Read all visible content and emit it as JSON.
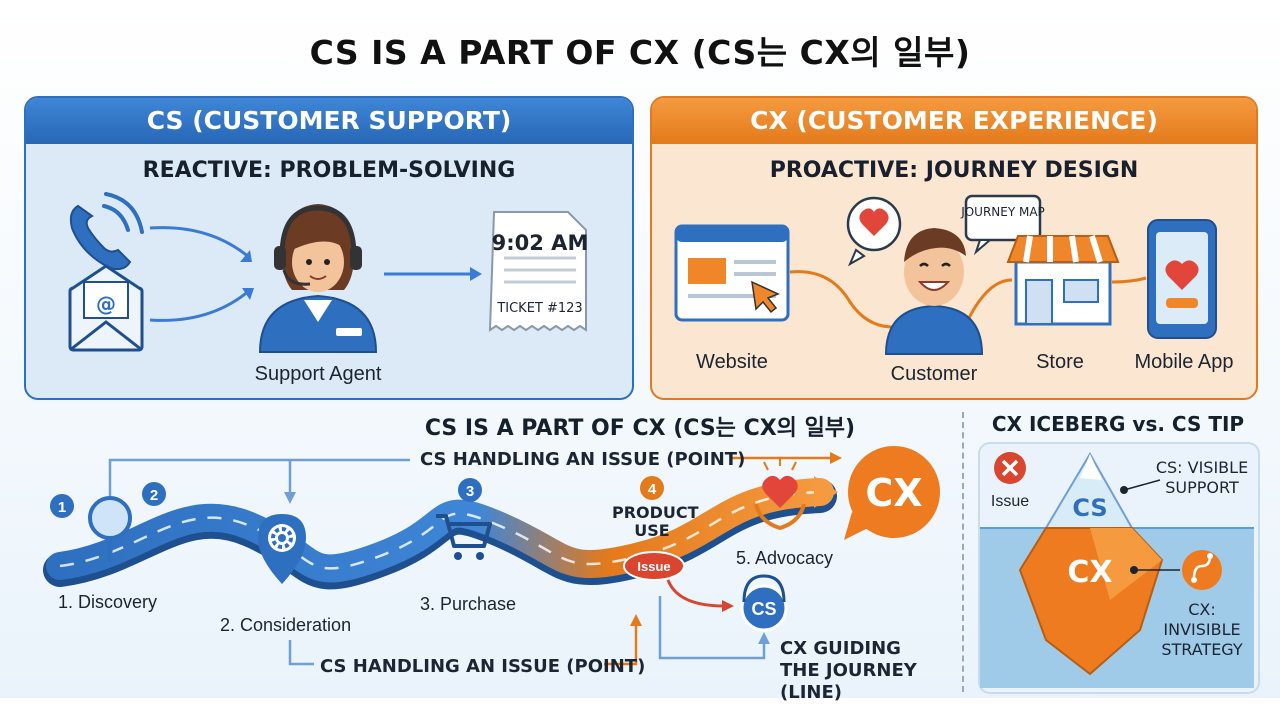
{
  "title": "CS IS A PART OF CX (CS는 CX의 일부)",
  "cs_panel": {
    "header": "CS (CUSTOMER SUPPORT)",
    "subtitle": "REACTIVE: PROBLEM-SOLVING",
    "agent_label": "Support Agent",
    "ticket_time": "9:02 AM",
    "ticket_id": "TICKET #123",
    "email_symbol": "@"
  },
  "cx_panel": {
    "header": "CX (CUSTOMER EXPERIENCE)",
    "subtitle": "PROACTIVE: JOURNEY DESIGN",
    "journey_map_bubble": "JOURNEY MAP",
    "touchpoints": [
      "Website",
      "Customer",
      "Store",
      "Mobile App"
    ]
  },
  "journey": {
    "title": "CS IS A PART OF CX (CS는 CX의 일부)",
    "top_note": "CS HANDLING AN ISSUE (POINT)",
    "bottom_note": "CS HANDLING AN ISSUE (POINT)",
    "guide_note": "CX GUIDING THE JOURNEY (LINE)",
    "stages": [
      {
        "num": "1",
        "label": "1. Discovery"
      },
      {
        "num": "2",
        "label": "2. Consideration"
      },
      {
        "num": "3",
        "label": "3. Purchase"
      },
      {
        "num": "4",
        "label": "PRODUCT USE"
      },
      {
        "num": "5",
        "label": "5. Advocacy"
      }
    ],
    "issue_badge": "Issue",
    "cs_badge": "CS",
    "cx_bubble": "CX"
  },
  "iceberg": {
    "title": "CX ICEBERG vs. CS TIP",
    "issue_label": "Issue",
    "tip_label": "CS",
    "body_label": "CX",
    "visible_note": "CS: VISIBLE SUPPORT",
    "invisible_note": "CX: INVISIBLE STRATEGY"
  },
  "colors": {
    "cs_blue": "#2f6fc0",
    "cx_orange": "#e37a1c",
    "issue_red": "#d9452e",
    "panel_cs_bg": "#dceaf7",
    "panel_cx_bg": "#fbe6d2"
  }
}
